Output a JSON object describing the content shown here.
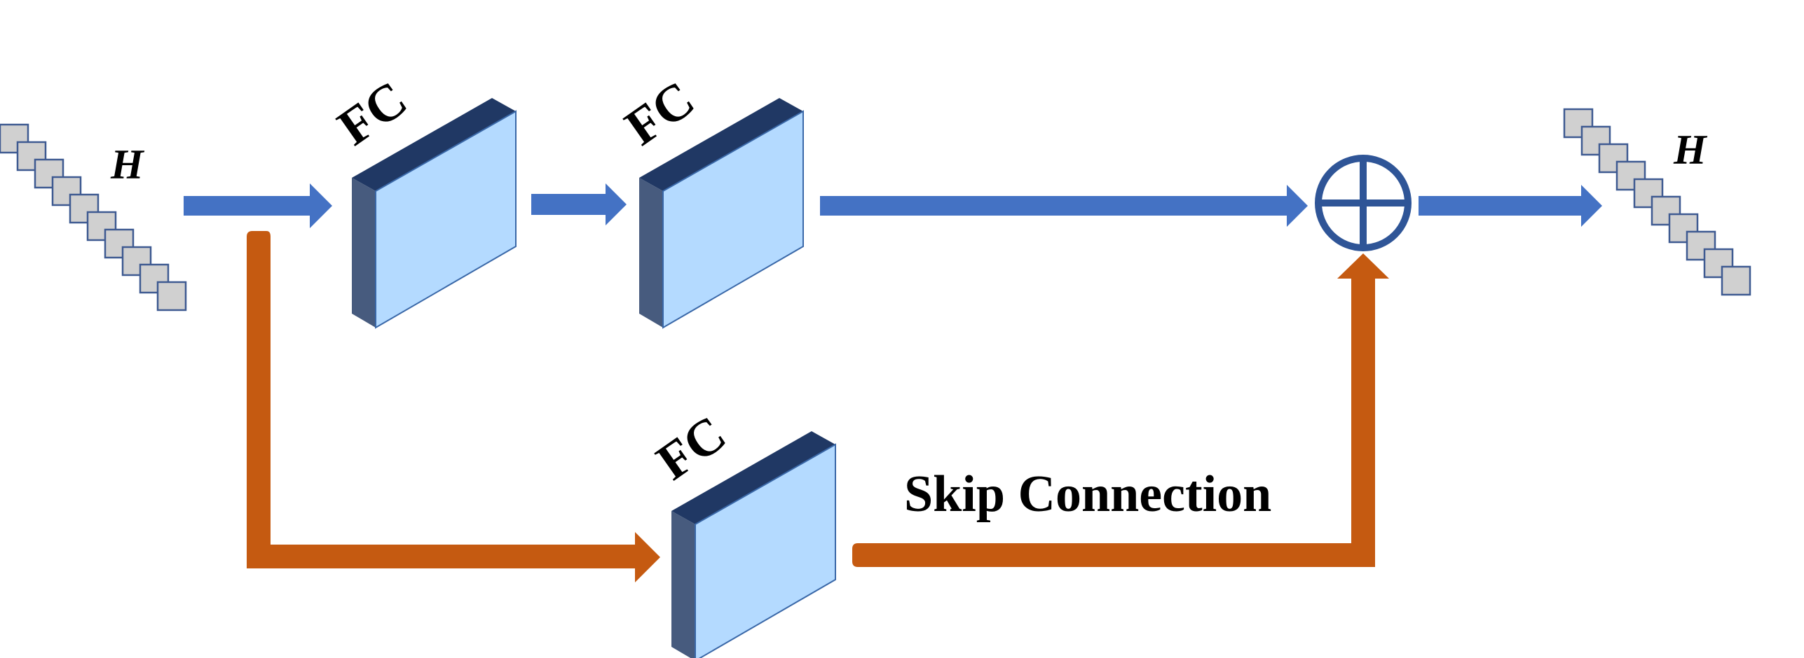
{
  "labels": {
    "fc_1": "FC",
    "fc_2": "FC",
    "fc_3": "FC",
    "input_h": "H",
    "output_h": "H",
    "skip_connection": "Skip Connection"
  },
  "colors": {
    "main_path": "#4472C4",
    "skip_path": "#C55A11",
    "fc_front": "#B4DAFF",
    "fc_top": "#203864",
    "fc_side": "#475B7E",
    "sum_node": "#2F5597",
    "token_fill": "#D0D0D0",
    "token_border": "#3E5A91"
  },
  "icons": {
    "sum_node": "circled-plus-icon",
    "fc_block": "fc-layer-block-icon",
    "token": "feature-token-icon"
  }
}
